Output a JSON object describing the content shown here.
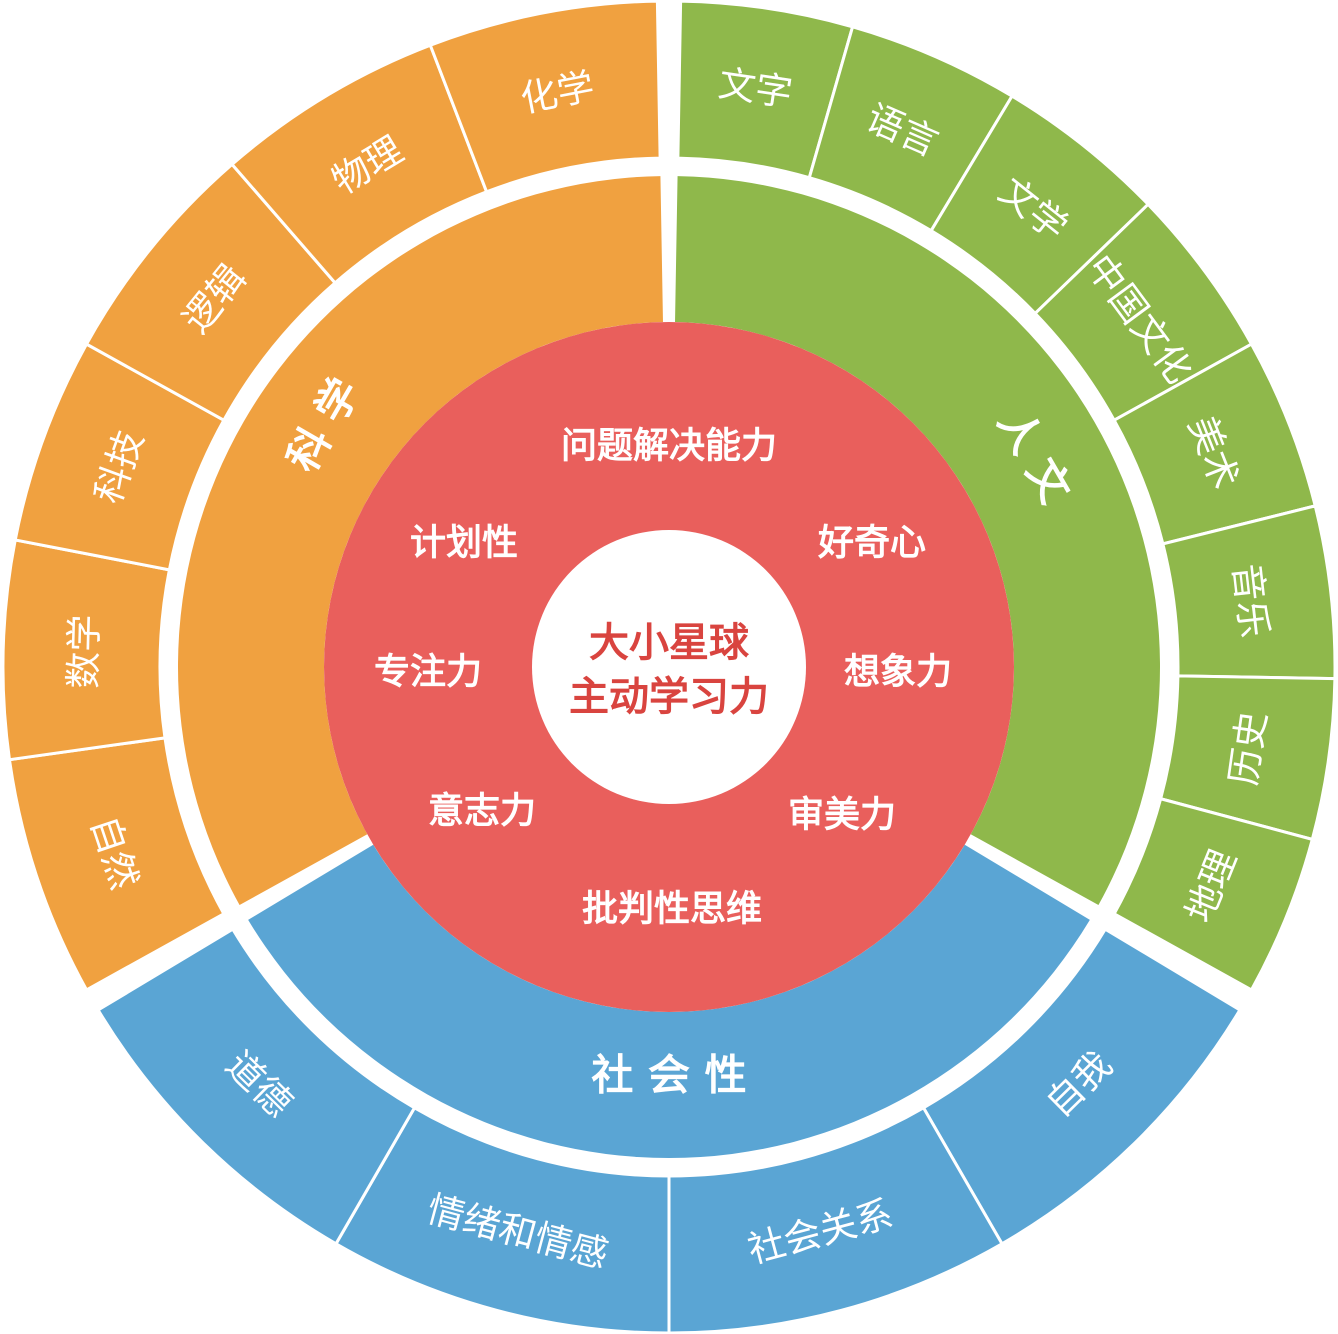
{
  "center": {
    "line1": "大小星球",
    "line2": "主动学习力"
  },
  "core": {
    "color": "#e95f5c",
    "abilities": [
      "问题解决能力",
      "好奇心",
      "想象力",
      "审美力",
      "批判性思维",
      "意志力",
      "专注力",
      "计划性"
    ]
  },
  "domains": [
    {
      "id": "science",
      "name": "科 学",
      "color": "#f0a140",
      "subjects": [
        "自然",
        "数学",
        "科技",
        "逻辑",
        "物理",
        "化学"
      ]
    },
    {
      "id": "humanities",
      "name": "人 文",
      "color": "#8fb84b",
      "subjects": [
        "文字",
        "语言",
        "文学",
        "中国文化",
        "美术",
        "音乐",
        "历史",
        "地理"
      ]
    },
    {
      "id": "social",
      "name": "社 会 性",
      "color": "#5aa5d4",
      "subjects": [
        "自我",
        "社会关系",
        "情绪和情感",
        "道德"
      ]
    }
  ]
}
